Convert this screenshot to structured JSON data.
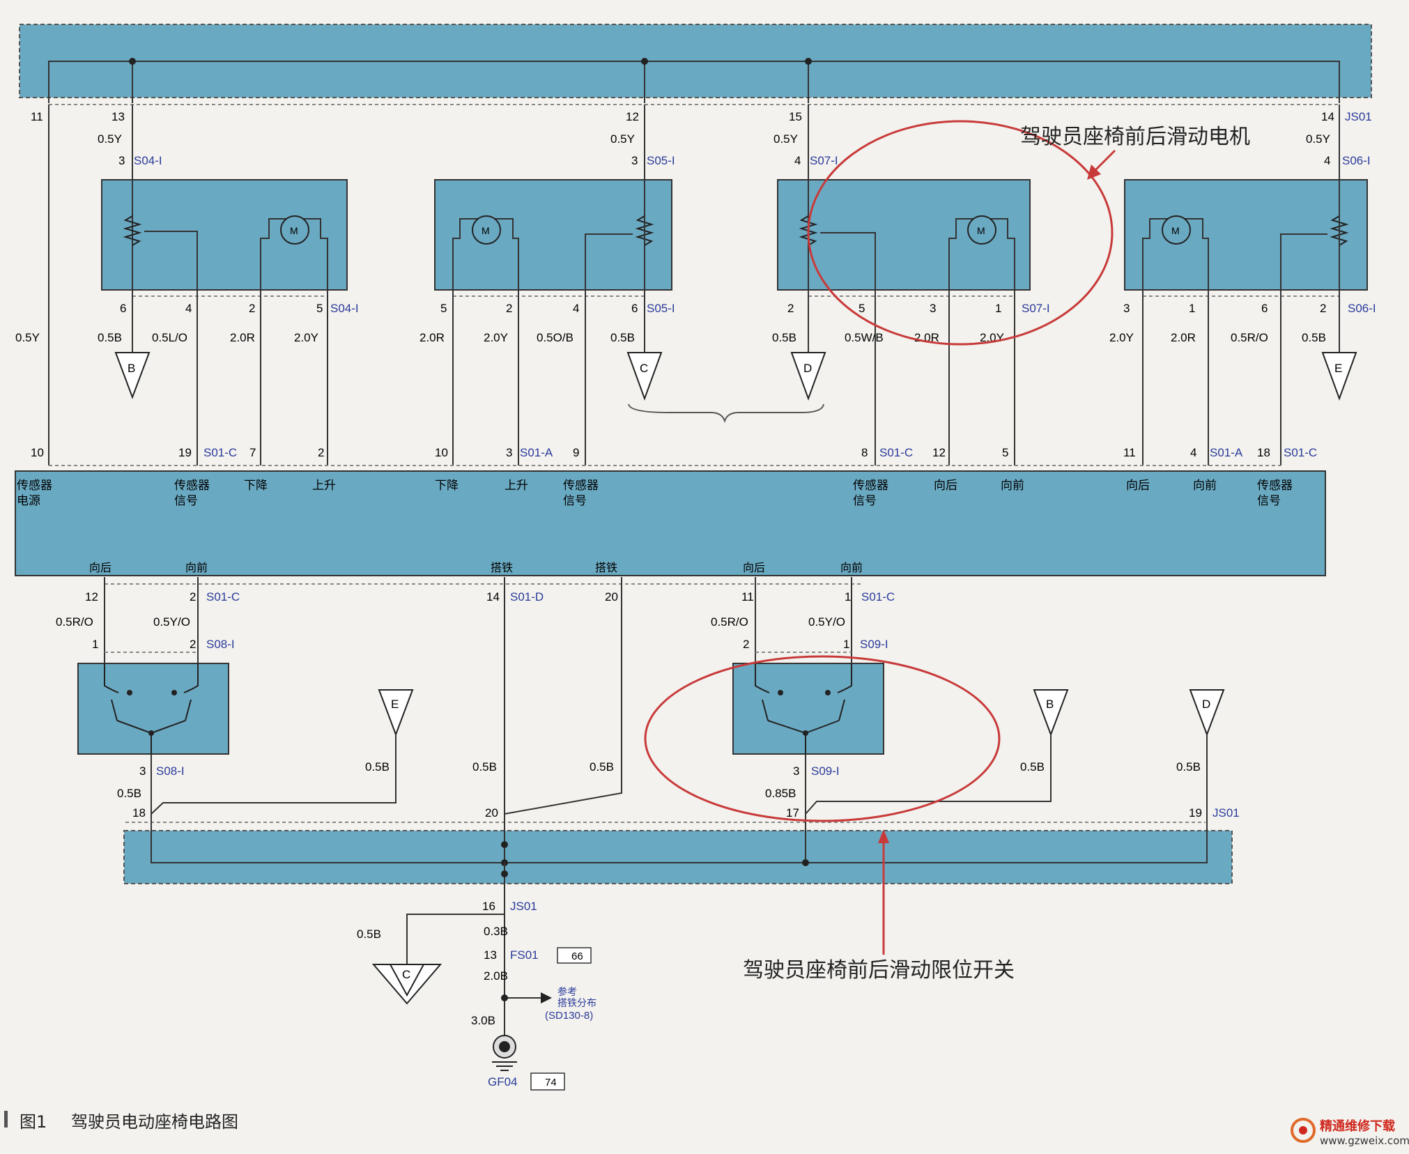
{
  "callouts": {
    "motor": "驾驶员座椅前后滑动电机",
    "limit_switch": "驾驶员座椅前后滑动限位开关"
  },
  "caption": {
    "figure": "图1",
    "text": "驾驶员电动座椅电路图"
  },
  "watermark": {
    "title": "精通维修下载",
    "url": "www.gzweix.com"
  },
  "top_block": {
    "connector_label": "JS01",
    "pins": [
      "11",
      "13",
      "12",
      "15",
      "14"
    ],
    "wires": [
      "0.5Y",
      "0.5Y",
      "0.5Y",
      "0.5Y"
    ]
  },
  "modules": [
    {
      "top": {
        "pin": "3",
        "connector": "S04-I"
      },
      "bottom": {
        "pins": [
          "6",
          "4",
          "2",
          "5"
        ],
        "connector": "S04-I"
      },
      "wires": [
        "0.5B",
        "0.5L/O",
        "2.0R",
        "2.0Y"
      ],
      "ground": "B"
    },
    {
      "top": {
        "pin": "3",
        "connector": "S05-I"
      },
      "bottom": {
        "pins": [
          "5",
          "2",
          "4",
          "6"
        ],
        "connector": "S05-I"
      },
      "wires": [
        "2.0R",
        "2.0Y",
        "0.5O/B",
        "0.5B"
      ],
      "ground": "C"
    },
    {
      "top": {
        "pin": "4",
        "connector": "S07-I"
      },
      "bottom": {
        "pins": [
          "2",
          "5",
          "3",
          "1"
        ],
        "connector": "S07-I"
      },
      "wires": [
        "0.5B",
        "0.5W/B",
        "2.0R",
        "2.0Y"
      ],
      "ground": "D"
    },
    {
      "top": {
        "pin": "4",
        "connector": "S06-I"
      },
      "bottom": {
        "pins": [
          "3",
          "1",
          "6",
          "2"
        ],
        "connector": "S06-I"
      },
      "wires": [
        "2.0Y",
        "2.0R",
        "0.5R/O",
        "0.5B"
      ],
      "ground": "E"
    }
  ],
  "left_feed_wire": "0.5Y",
  "ecu": {
    "top_pins": [
      "10",
      "19",
      "7",
      "2",
      "10",
      "3",
      "9",
      "8",
      "12",
      "5",
      "11",
      "4",
      "18"
    ],
    "top_connectors": [
      "S01-C",
      "S01-A",
      "S01-C",
      "S01-A",
      "S01-C"
    ],
    "top_labels": {
      "sensor_power_1": "传感器",
      "sensor_power_2": "电源",
      "sensor": "传感器",
      "signal": "信号",
      "down": "下降",
      "up": "上升",
      "back": "向后",
      "front": "向前"
    },
    "bottom_labels": {
      "back": "向后",
      "front": "向前",
      "ground": "搭铁"
    },
    "bottom_pins": [
      "12",
      "2",
      "14",
      "20",
      "11",
      "1"
    ],
    "bottom_connectors": [
      "S01-C",
      "S01-D",
      "S01-C"
    ]
  },
  "switches": [
    {
      "upper_wires": [
        "0.5R/O",
        "0.5Y/O"
      ],
      "pins_top": [
        "1",
        "2"
      ],
      "connector": "S08-I",
      "bottom_pin": "3",
      "bottom_wire": "0.5B",
      "splice_pin": "18"
    },
    {
      "upper_wires": [
        "0.5R/O",
        "0.5Y/O"
      ],
      "pins_top": [
        "2",
        "1"
      ],
      "connector": "S09-I",
      "bottom_pin": "3",
      "bottom_wire": "0.85B",
      "splice_pin": "17"
    }
  ],
  "ground_refs": [
    "E",
    "B",
    "D"
  ],
  "ground_ref_wires": [
    "0.5B",
    "0.5B",
    "0.5B"
  ],
  "center_wires": [
    "0.5B",
    "0.5B"
  ],
  "center_pin": "20",
  "right_pin": "19",
  "right_connector": "JS01",
  "ground_path": {
    "pin1": "16",
    "connector1": "JS01",
    "wire_c": "0.5B",
    "wire1": "0.3B",
    "pin2": "13",
    "connector2": "FS01",
    "page_ref1": "66",
    "wire2": "2.0B",
    "note_1": "参考",
    "note_2": "搭铁分布",
    "note_ref": "(SD130-8)",
    "wire3": "3.0B",
    "ground_id": "GF04",
    "page_ref2": "74",
    "ground_c": "C"
  }
}
